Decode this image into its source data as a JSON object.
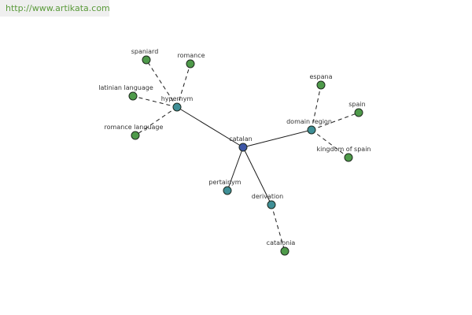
{
  "watermark": {
    "text": "http://www.artikata.com"
  },
  "colors": {
    "center": "#3d56a6",
    "relation": "#3f8f96",
    "leaf": "#4e9a4a",
    "edge": "#1a1a1a",
    "watermark_text": "#5a9a3a",
    "watermark_bg": "#efefef"
  },
  "graph": {
    "nodes": [
      {
        "id": "catalan",
        "label": "catalan",
        "kind": "center"
      },
      {
        "id": "hypernym",
        "label": "hypernym",
        "kind": "relation"
      },
      {
        "id": "domain_region",
        "label": "domain region",
        "kind": "relation"
      },
      {
        "id": "pertainym",
        "label": "pertainym",
        "kind": "relation"
      },
      {
        "id": "derivation",
        "label": "derivation",
        "kind": "relation"
      },
      {
        "id": "spaniard",
        "label": "spaniard",
        "kind": "leaf"
      },
      {
        "id": "romance",
        "label": "romance",
        "kind": "leaf"
      },
      {
        "id": "latinian_language",
        "label": "latinian language",
        "kind": "leaf"
      },
      {
        "id": "romance_language",
        "label": "romance language",
        "kind": "leaf"
      },
      {
        "id": "espana",
        "label": "espana",
        "kind": "leaf"
      },
      {
        "id": "spain",
        "label": "spain",
        "kind": "leaf"
      },
      {
        "id": "kingdom_of_spain",
        "label": "kingdom of spain",
        "kind": "leaf"
      },
      {
        "id": "catalonia",
        "label": "catalonia",
        "kind": "leaf"
      }
    ],
    "edges": [
      {
        "from": "catalan",
        "to": "hypernym",
        "style": "solid"
      },
      {
        "from": "catalan",
        "to": "domain_region",
        "style": "solid"
      },
      {
        "from": "catalan",
        "to": "pertainym",
        "style": "solid"
      },
      {
        "from": "catalan",
        "to": "derivation",
        "style": "solid"
      },
      {
        "from": "hypernym",
        "to": "spaniard",
        "style": "dashed"
      },
      {
        "from": "hypernym",
        "to": "romance",
        "style": "dashed"
      },
      {
        "from": "hypernym",
        "to": "latinian_language",
        "style": "dashed"
      },
      {
        "from": "hypernym",
        "to": "romance_language",
        "style": "dashed"
      },
      {
        "from": "domain_region",
        "to": "espana",
        "style": "dashed"
      },
      {
        "from": "domain_region",
        "to": "spain",
        "style": "dashed"
      },
      {
        "from": "domain_region",
        "to": "kingdom_of_spain",
        "style": "dashed"
      },
      {
        "from": "derivation",
        "to": "catalonia",
        "style": "dashed"
      }
    ]
  }
}
